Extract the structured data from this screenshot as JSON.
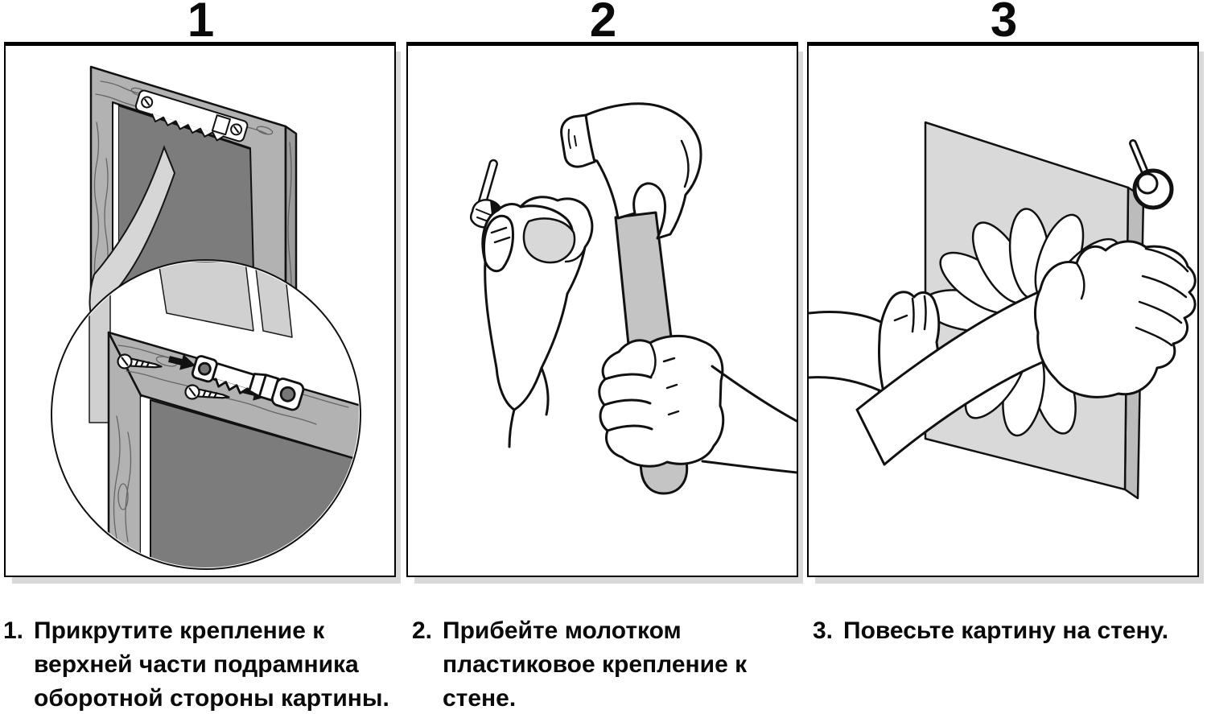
{
  "figure": {
    "title_visible": false,
    "language": "ru",
    "steps": [
      {
        "number": "1",
        "caption_number": "1.",
        "caption": "Прикрутите крепление к\nверхней части подрамника\nоборотной стороны картины.",
        "illustration": "back-of-picture-frame-with-serrated-hanger-bracket-and-magnified-detail-of-two-screws"
      },
      {
        "number": "2",
        "caption_number": "2.",
        "caption": "Прибейте молотком\nпластиковое крепление к\nстене.",
        "illustration": "hand-holding-plastic-nail-hook-and-hand-holding-hammer"
      },
      {
        "number": "3",
        "caption_number": "3.",
        "caption": "Повесьте картину на стену.",
        "illustration": "two-hands-hanging-daisy-picture-onto-wall-hook"
      }
    ],
    "colors": {
      "ink": "#111111",
      "wood": "#b2b2b2",
      "wood_side": "#9b9b9b",
      "backing": "#7c7c7c",
      "canvas": "#d9d9d9",
      "hammer_handle": "#c4c4c4",
      "panel_shadow": "#d9d9d9",
      "background": "#ffffff"
    }
  }
}
